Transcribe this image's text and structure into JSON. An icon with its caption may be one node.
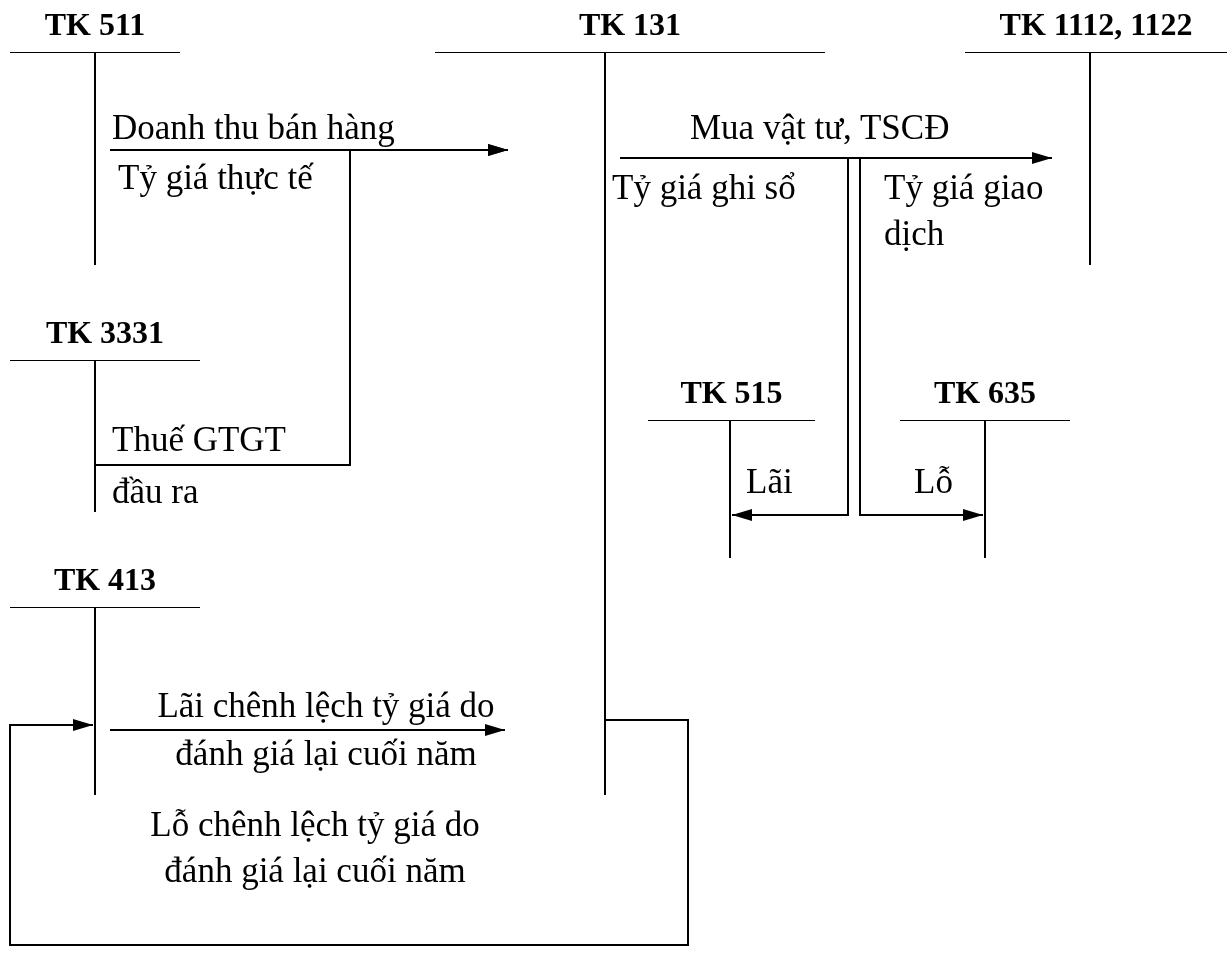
{
  "diagram": {
    "nodes": [
      {
        "text": [
          "TK 511"
        ]
      },
      {
        "text": [
          "TK 131"
        ]
      },
      {
        "text": [
          "TK 1112, 1122"
        ]
      },
      {
        "text": [
          "TK 3331"
        ]
      },
      {
        "text": [
          "TK 515"
        ]
      },
      {
        "text": [
          "TK 635"
        ]
      },
      {
        "text": [
          "TK 413"
        ]
      }
    ],
    "edges": [
      {
        "from": 0,
        "to": 1,
        "arrow": "to",
        "label": "Doanh thu bán hàng"
      },
      {
        "from": 3,
        "to": 1,
        "arrow": "to",
        "label": "Thuế GTGT đầu ra"
      },
      {
        "from": 1,
        "to": 2,
        "arrow": "to",
        "label": "Mua vật tư, TSCĐ"
      },
      {
        "from": 1,
        "to": 4,
        "arrow": "to",
        "label": "Lãi"
      },
      {
        "from": 1,
        "to": 5,
        "arrow": "to",
        "label": "Lỗ"
      },
      {
        "from": 6,
        "to": 1,
        "arrow": "to",
        "label": "Lãi chênh lệch tỷ giá do đánh giá lại cuối năm"
      },
      {
        "from": 1,
        "to": 6,
        "arrow": "to",
        "label": "Lỗ chênh lệch tỷ giá do đánh giá lại cuối năm"
      }
    ],
    "labels": [
      "Tỷ giá thực tế",
      "Tỷ giá ghi sổ",
      "Tỷ giá giao dịch"
    ]
  }
}
